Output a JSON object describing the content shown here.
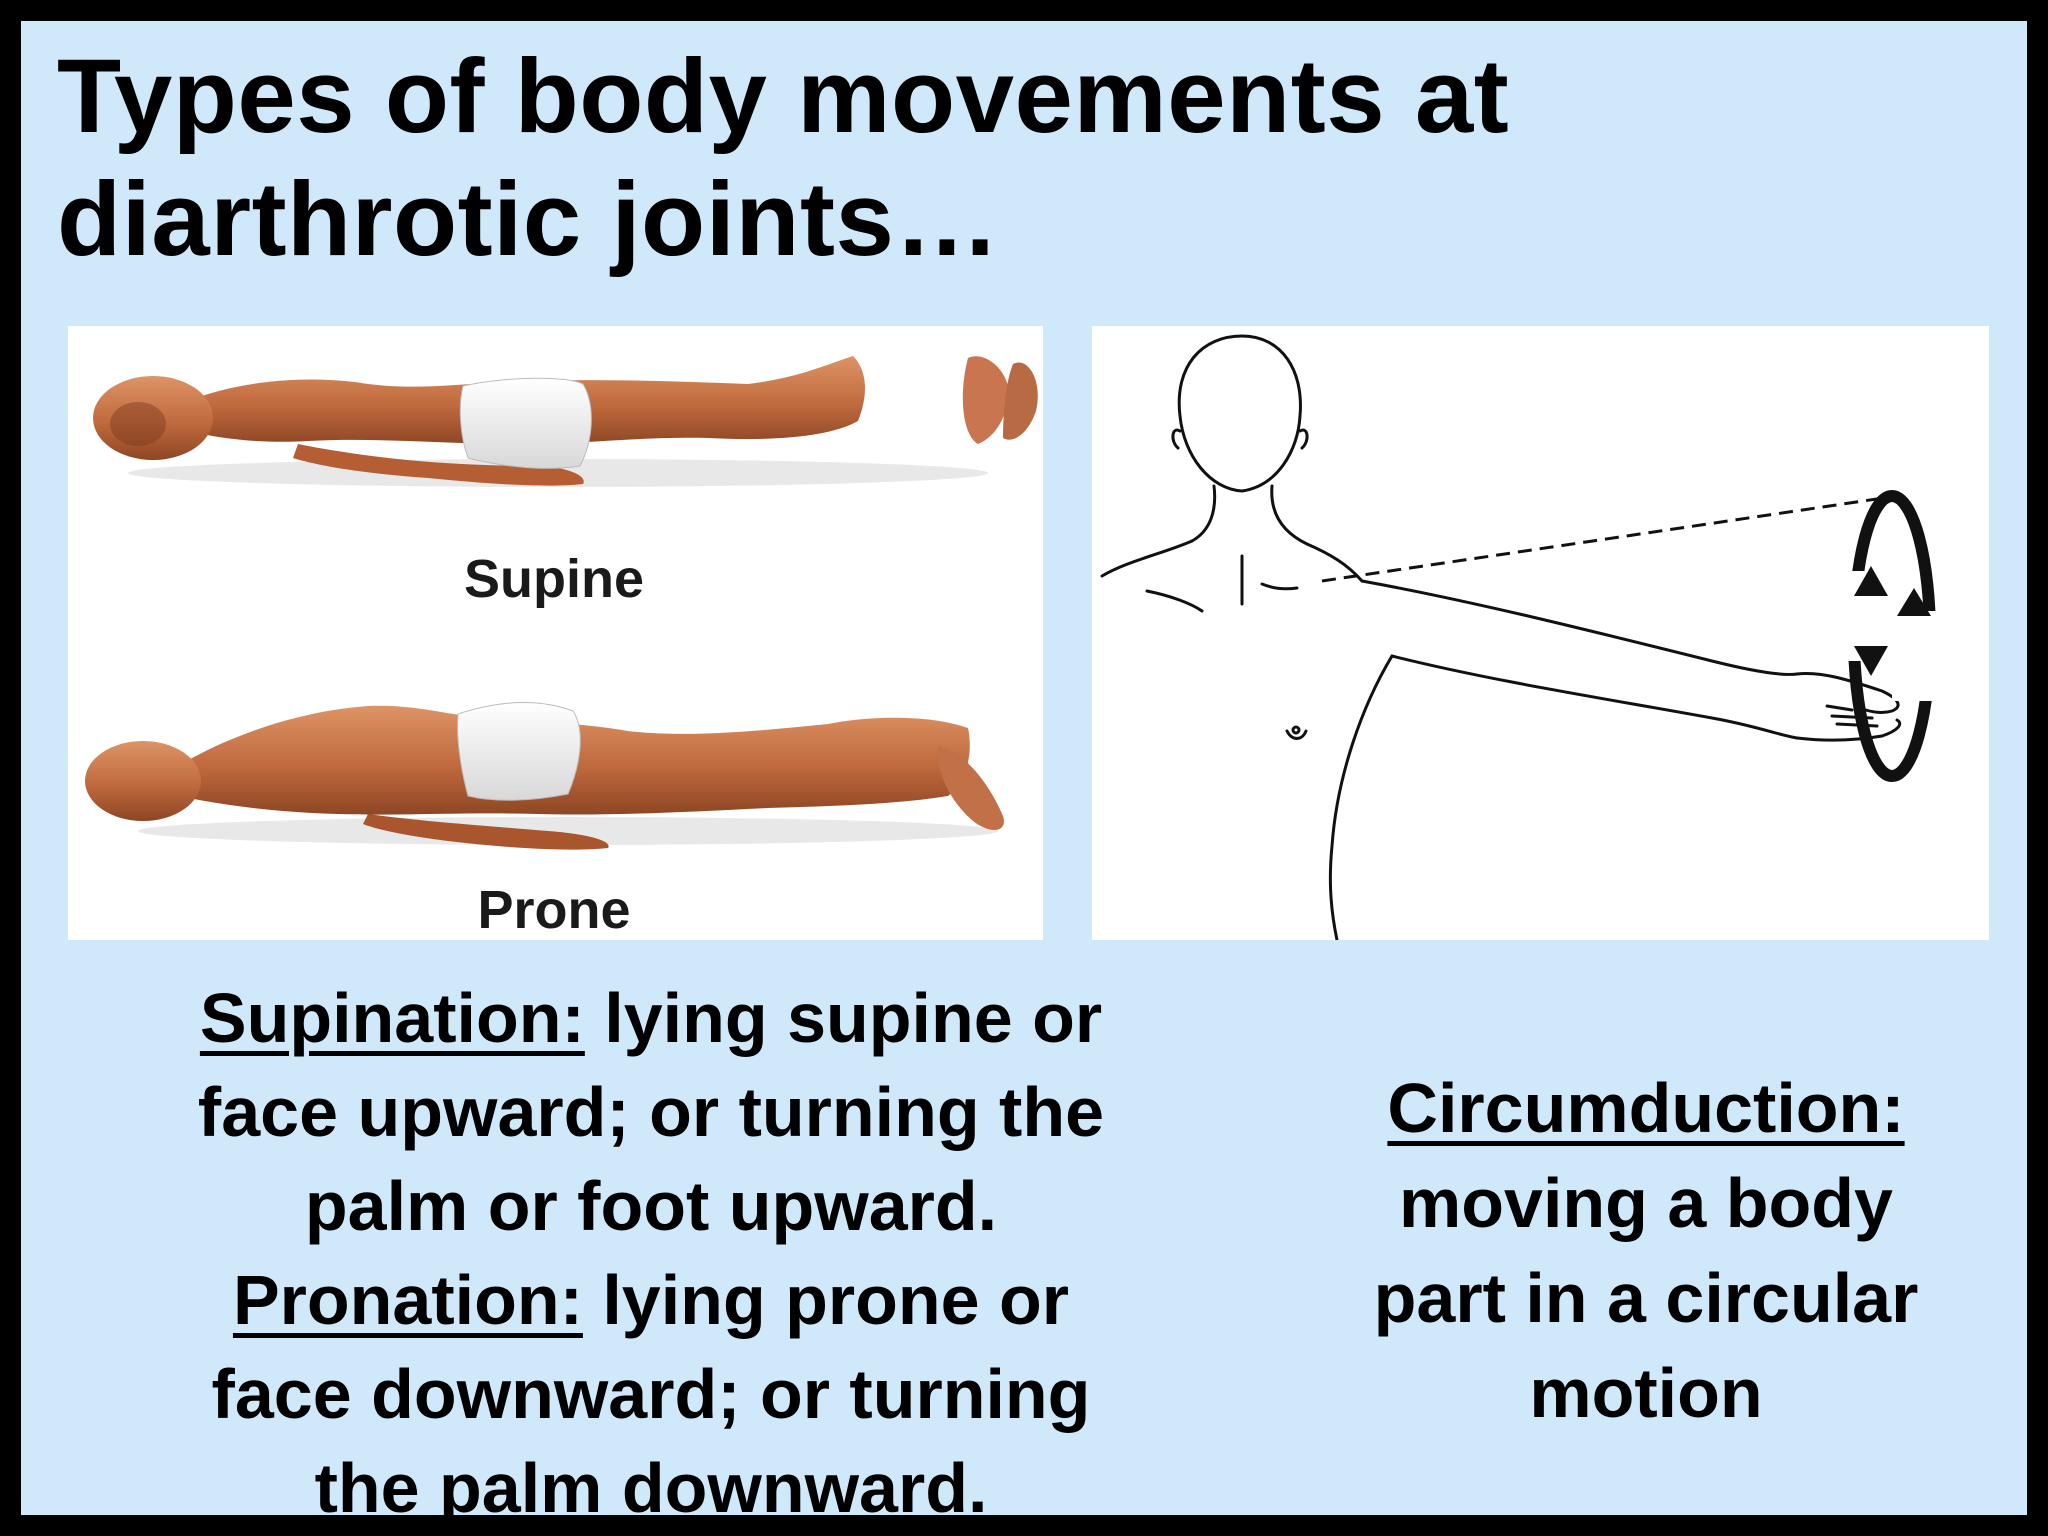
{
  "slide": {
    "title_line1": "Types of body movements at",
    "title_line2": "diarthrotic joints…"
  },
  "figures": {
    "supine_label": "Supine",
    "prone_label": "Prone"
  },
  "supination": {
    "term": "Supination:",
    "line1_rest": " lying supine or",
    "line2": "face upward;  or turning the",
    "line3": "palm or foot upward."
  },
  "pronation": {
    "term": "Pronation:",
    "line1_rest": " lying prone or",
    "line2": "face downward;  or turning",
    "line3": "the palm downward."
  },
  "circumduction": {
    "term": "Circumduction:",
    "line2": "moving a body",
    "line3": "part in a circular",
    "line4": "motion"
  },
  "colors": {
    "background": "#cfe9fb",
    "border": "#000000",
    "skin": "#c9794a",
    "shorts": "#f4f4f4"
  },
  "icons": [
    "supine-figure-illustration",
    "prone-figure-illustration",
    "circumduction-arm-illustration",
    "circular-arrow-icon"
  ]
}
